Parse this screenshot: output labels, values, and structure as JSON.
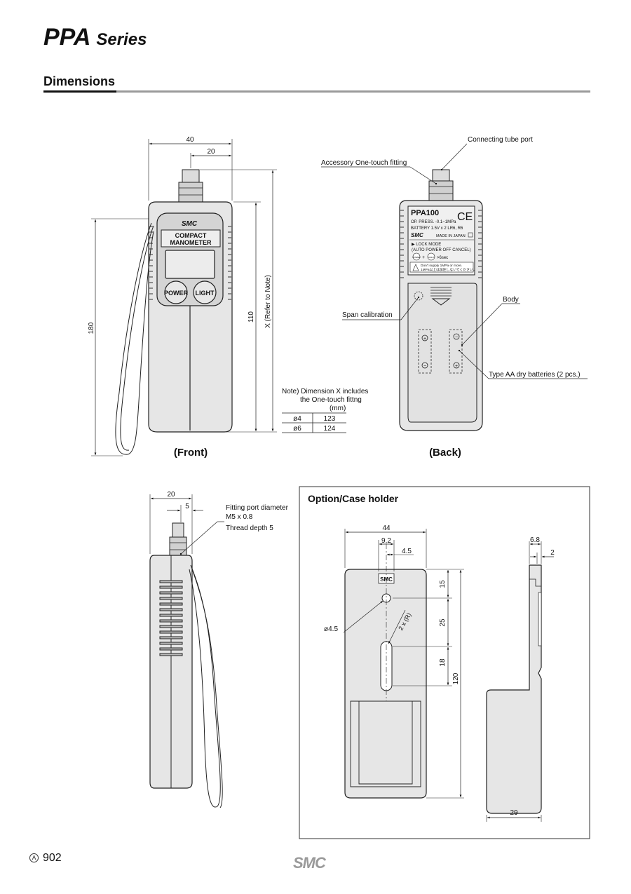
{
  "header": {
    "series_name": "PPA",
    "series_suffix": "Series",
    "section_title": "Dimensions"
  },
  "front": {
    "caption": "(Front)",
    "dim_width": "40",
    "dim_half": "20",
    "dim_height": "180",
    "dim_body": "110",
    "dim_x": "X (Refer to Note)",
    "logo": "SMC",
    "label_line1": "COMPACT",
    "label_line2": "MANOMETER",
    "btn_power": "POWER",
    "btn_light": "LIGHT"
  },
  "note": {
    "line1": "Note) Dimension X includes",
    "line2": "the One-touch fittng",
    "unit": "(mm)",
    "rows": [
      {
        "port": "ø4",
        "x": "123"
      },
      {
        "port": "ø6",
        "x": "124"
      }
    ]
  },
  "back": {
    "caption": "(Back)",
    "callout_tube_port": "Connecting tube port",
    "callout_fitting": "Accessory One-touch fitting",
    "callout_span": "Span calibration",
    "callout_body": "Body",
    "callout_batteries": "Type AA dry batteries (2 pcs.)",
    "label_model": "PPA100",
    "label_ce": "CE",
    "label_press": "OP. PRESS. -0.1~1MPa",
    "label_battery": "BATTERY 1.5V x 2  LR6, R6",
    "label_brand": "SMC",
    "label_made": "MADE IN JAPAN",
    "label_lock1": "▶ LOCK MODE",
    "label_lock2": "(AUTO POWER OFF CANCEL)",
    "label_power": "POWER",
    "label_light": "LIGHT",
    "label_time": ">6sec",
    "label_warn1": "Don't supply 1MPa or more.",
    "label_warn2": "1MPa以上は加圧しないでください。",
    "plus": "+",
    "minus": "−"
  },
  "side": {
    "dim_width": "20",
    "dim_port": "5",
    "callout_line1": "Fitting port diameter",
    "callout_line2": "M5 x 0.8",
    "callout_line3": "Thread depth 5"
  },
  "case_holder": {
    "title": "Option/Case holder",
    "dim_width": "44",
    "dim_92": "9.2",
    "dim_45": "4.5",
    "dim_15": "15",
    "dim_25": "25",
    "dim_18": "18",
    "dim_120": "120",
    "dim_hole": "ø4.5",
    "dim_radius": "2 x (R)",
    "dim_68": "6.8",
    "dim_2": "2",
    "dim_29": "29",
    "logo": "SMC"
  },
  "footer": {
    "page_number": "902",
    "circle_mark": "A",
    "brand": "SMC"
  }
}
